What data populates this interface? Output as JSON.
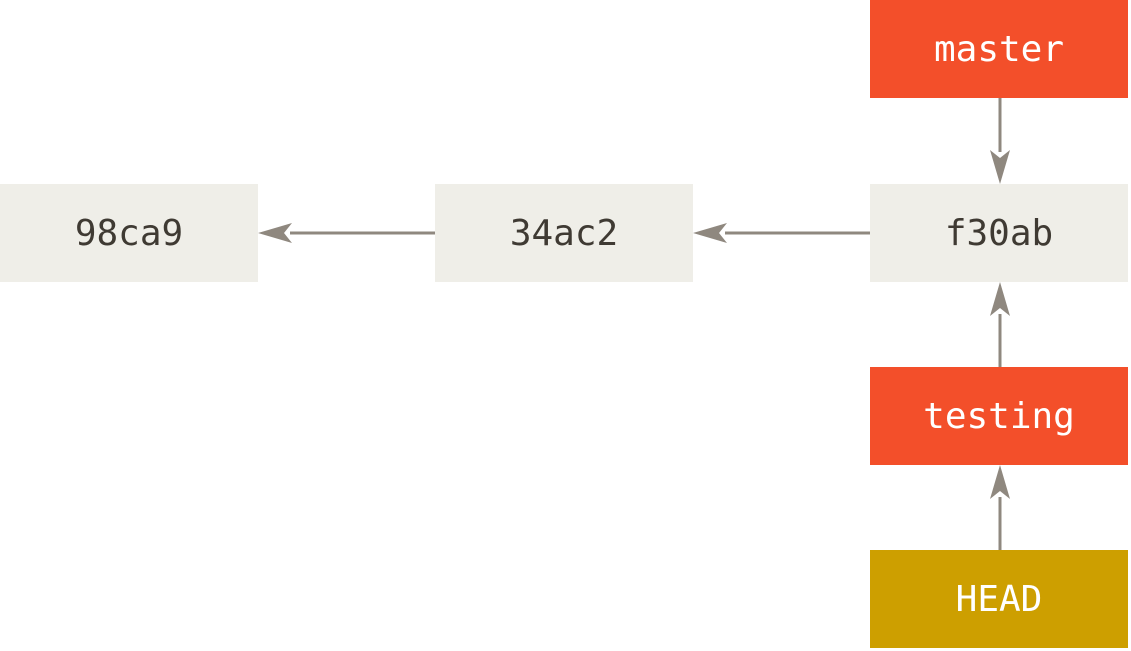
{
  "colors": {
    "commit_bg": "#efeee8",
    "commit_text": "#3f3a33",
    "branch_bg": "#f34f2a",
    "head_bg": "#cd9f00",
    "label_text": "#ffffff",
    "arrow": "#8f887f"
  },
  "commits": [
    {
      "id": "98ca9"
    },
    {
      "id": "34ac2"
    },
    {
      "id": "f30ab"
    }
  ],
  "branches": {
    "master": "master",
    "testing": "testing"
  },
  "head": "HEAD",
  "edges": [
    {
      "from": "34ac2",
      "to": "98ca9"
    },
    {
      "from": "f30ab",
      "to": "34ac2"
    },
    {
      "from": "master",
      "to": "f30ab"
    },
    {
      "from": "testing",
      "to": "f30ab"
    },
    {
      "from": "HEAD",
      "to": "testing"
    }
  ]
}
